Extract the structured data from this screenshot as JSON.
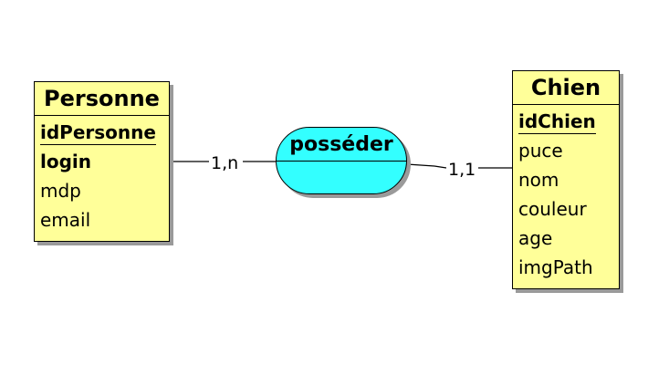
{
  "diagram": {
    "entities": [
      {
        "title": "Personne",
        "attributes": [
          {
            "name": "idPersonne",
            "style": "key"
          },
          {
            "name": "login",
            "style": "bold"
          },
          {
            "name": "mdp",
            "style": "normal"
          },
          {
            "name": "email",
            "style": "normal"
          }
        ]
      },
      {
        "title": "Chien",
        "attributes": [
          {
            "name": "idChien",
            "style": "key"
          },
          {
            "name": "puce",
            "style": "normal"
          },
          {
            "name": "nom",
            "style": "normal"
          },
          {
            "name": "couleur",
            "style": "normal"
          },
          {
            "name": "age",
            "style": "normal"
          },
          {
            "name": "imgPath",
            "style": "normal"
          }
        ]
      }
    ],
    "relation": {
      "name": "posséder"
    },
    "cardinalities": {
      "personne_side": "1,n",
      "chien_side": "1,1"
    }
  },
  "colors": {
    "entity_fill": "#ffff99",
    "relation_fill": "#33ffff",
    "shadow": "#9a9a9a",
    "stroke": "#000000"
  }
}
